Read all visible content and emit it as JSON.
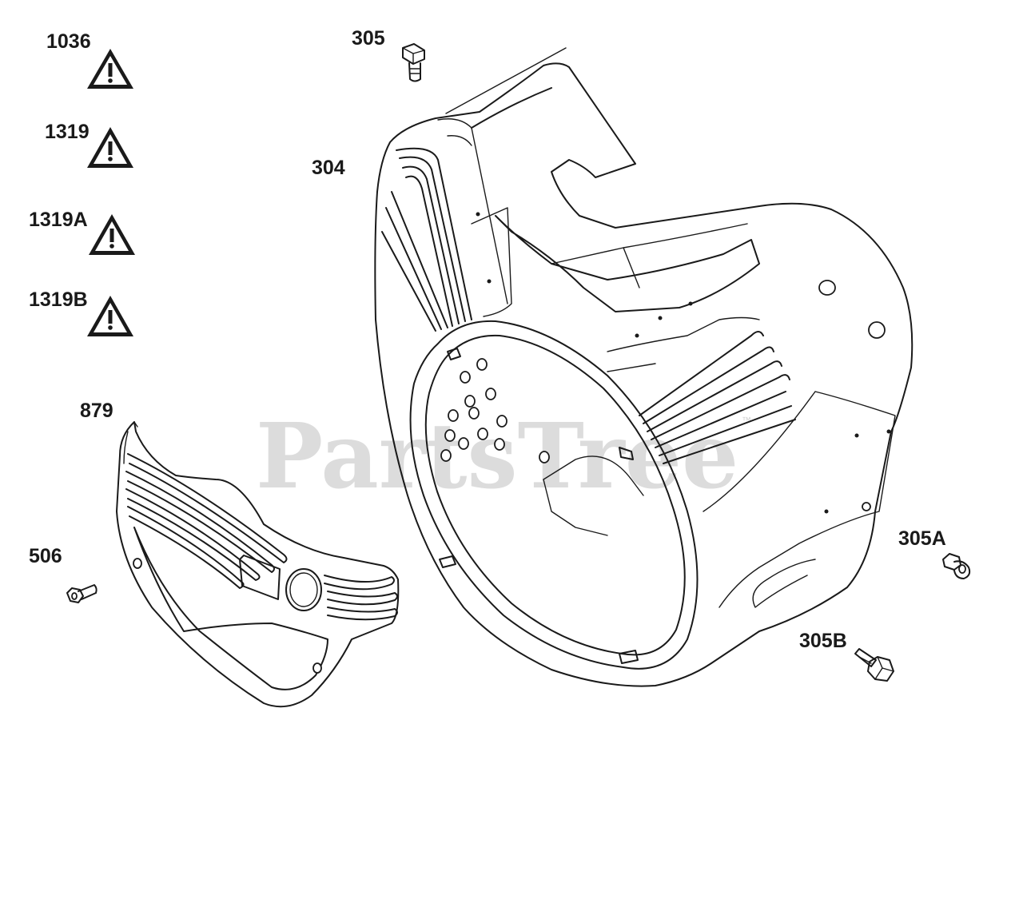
{
  "watermark": {
    "text": "PartsTree",
    "mark": "™"
  },
  "warning_labels": [
    {
      "id": "1036"
    },
    {
      "id": "1319"
    },
    {
      "id": "1319A"
    },
    {
      "id": "1319B"
    }
  ],
  "callouts": {
    "blower_housing": "304",
    "bolt_top": "305",
    "bolt_a": "305A",
    "bolt_b": "305B",
    "cover": "879",
    "cover_screw": "506"
  },
  "icons": {
    "warning": "warning-triangle-icon",
    "glyph": "!"
  }
}
